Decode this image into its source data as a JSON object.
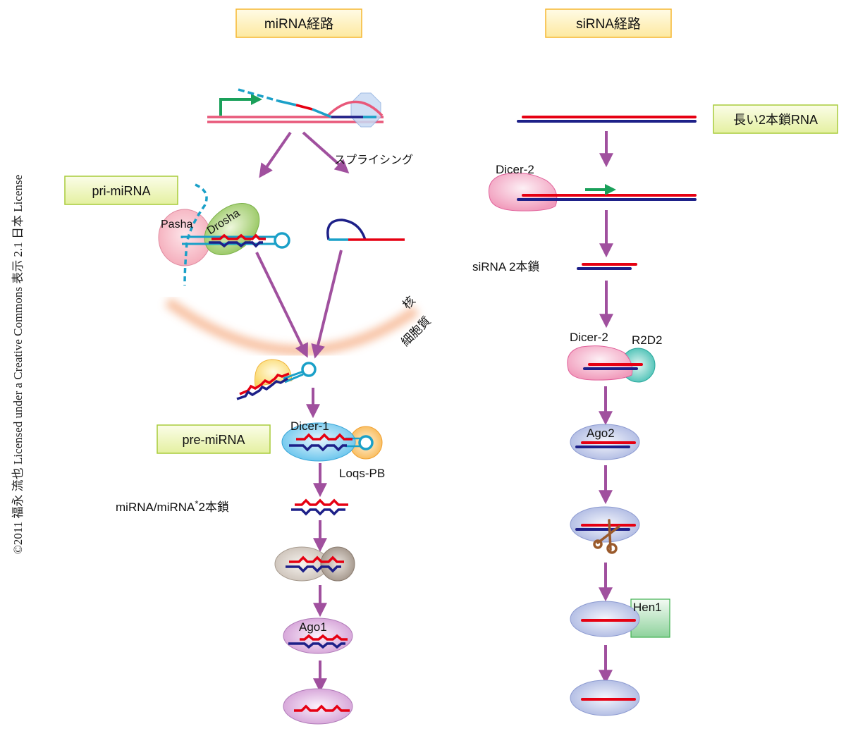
{
  "titles": {
    "mirna_pathway": "miRNA経路",
    "sirna_pathway": "siRNA経路"
  },
  "labels": {
    "pri_mirna": "pri-miRNA",
    "pre_mirna": "pre-miRNA",
    "long_dsrna": "長い2本鎖RNA",
    "splicing": "スプライシング",
    "nucleus": "核",
    "cytoplasm": "細胞質",
    "mirna_duplex": "miRNA/miRNA",
    "mirna_duplex_star": "*",
    "mirna_duplex_suffix": "2本鎖",
    "sirna_duplex": "siRNA 2本鎖"
  },
  "proteins": {
    "pasha": "Pasha",
    "drosha": "Drosha",
    "dicer1": "Dicer-1",
    "loqs_pb": "Loqs-PB",
    "ago1": "Ago1",
    "dicer2_top": "Dicer-2",
    "dicer2_complex": "Dicer-2",
    "r2d2": "R2D2",
    "ago2": "Ago2",
    "hen1": "Hen1"
  },
  "credit": "©2011 福永 流也 Licensed under a Creative Commons 表示 2.1 日本 License",
  "colors": {
    "arrow": "#a0509e",
    "rna_red": "#e60012",
    "rna_navy": "#1d2088",
    "rna_cyan": "#1aa0c8",
    "dna_pink": "#e8587a",
    "promoter_green": "#1aa05a",
    "title_box_fill": "#fff3c4",
    "title_box_border": "#f5b731",
    "label_box_fill": "#f2f7c8",
    "label_box_border": "#a8cc3a"
  }
}
